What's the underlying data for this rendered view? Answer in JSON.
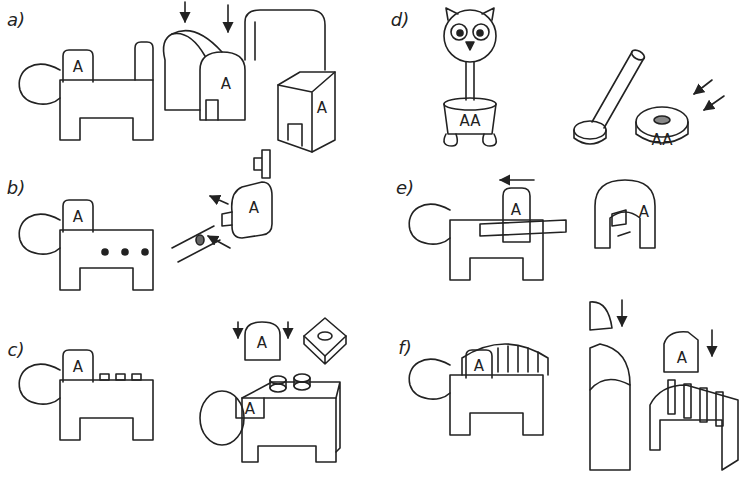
{
  "diagram": {
    "labels": [
      "a)",
      "A",
      "A",
      "A",
      "b)",
      "A",
      "A",
      "c)",
      "A",
      "A",
      "A",
      "d)",
      "AA",
      "AA",
      "e)",
      "A",
      "A",
      "f)",
      "A",
      "A"
    ]
  }
}
